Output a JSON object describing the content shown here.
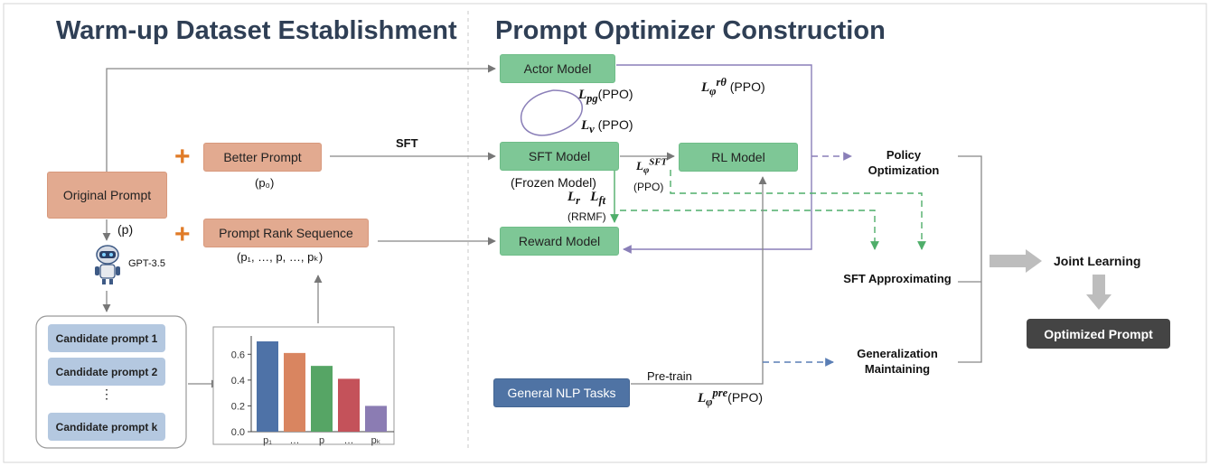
{
  "sections": {
    "left_title": "Warm-up Dataset Establishment",
    "right_title": "Prompt Optimizer Construction"
  },
  "left": {
    "original_prompt": "Original Prompt",
    "p_label": "(p)",
    "gpt_label": "GPT-3.5",
    "better_prompt": "Better Prompt",
    "p0_label": "(p₀)",
    "rank_sequence": "Prompt Rank Sequence",
    "rank_label": "(p₁, …, p, …, pₖ)",
    "candidates": [
      "Candidate prompt 1",
      "Candidate prompt 2",
      "⋮",
      "Candidate prompt k"
    ]
  },
  "right": {
    "actor_model": "Actor Model",
    "sft_model": "SFT Model",
    "frozen_label": "(Frozen Model)",
    "reward_model": "Reward Model",
    "rl_model": "RL Model",
    "general_tasks": "General NLP Tasks",
    "sft_edge": "SFT",
    "pretrain_edge": "Pre-train",
    "loss_pg": "(PPO)",
    "loss_v": "(PPO)",
    "loss_sft": "(PPO)",
    "loss_r": "(RRMF)",
    "loss_rtheta": "(PPO)",
    "loss_pre": "(PPO)",
    "policy_opt": "Policy Optimization",
    "sft_approx": "SFT Approximating",
    "gen_maint": "Generalization Maintaining",
    "joint_learning": "Joint Learning",
    "optimized_prompt": "Optimized Prompt"
  },
  "colors": {
    "salmon": "#e2aa90",
    "green": "#7ec796",
    "blue": "#4f73a4",
    "candidate": "#b4c8e0",
    "dark": "#444444",
    "orange": "#e07b27",
    "purple": "#8a7fb8",
    "green_dash": "#4fae6a",
    "blue_dash": "#5a7eb5"
  },
  "chart_data": {
    "type": "bar",
    "categories": [
      "p₁",
      "…",
      "p",
      "…",
      "pₖ"
    ],
    "values": [
      0.7,
      0.61,
      0.51,
      0.41,
      0.2
    ],
    "ylim": [
      0,
      0.7
    ],
    "yticks": [
      0.0,
      0.2,
      0.4,
      0.6
    ],
    "colors": [
      "#4e72a7",
      "#d98560",
      "#56a565",
      "#c4525a",
      "#8b7cb3"
    ]
  }
}
